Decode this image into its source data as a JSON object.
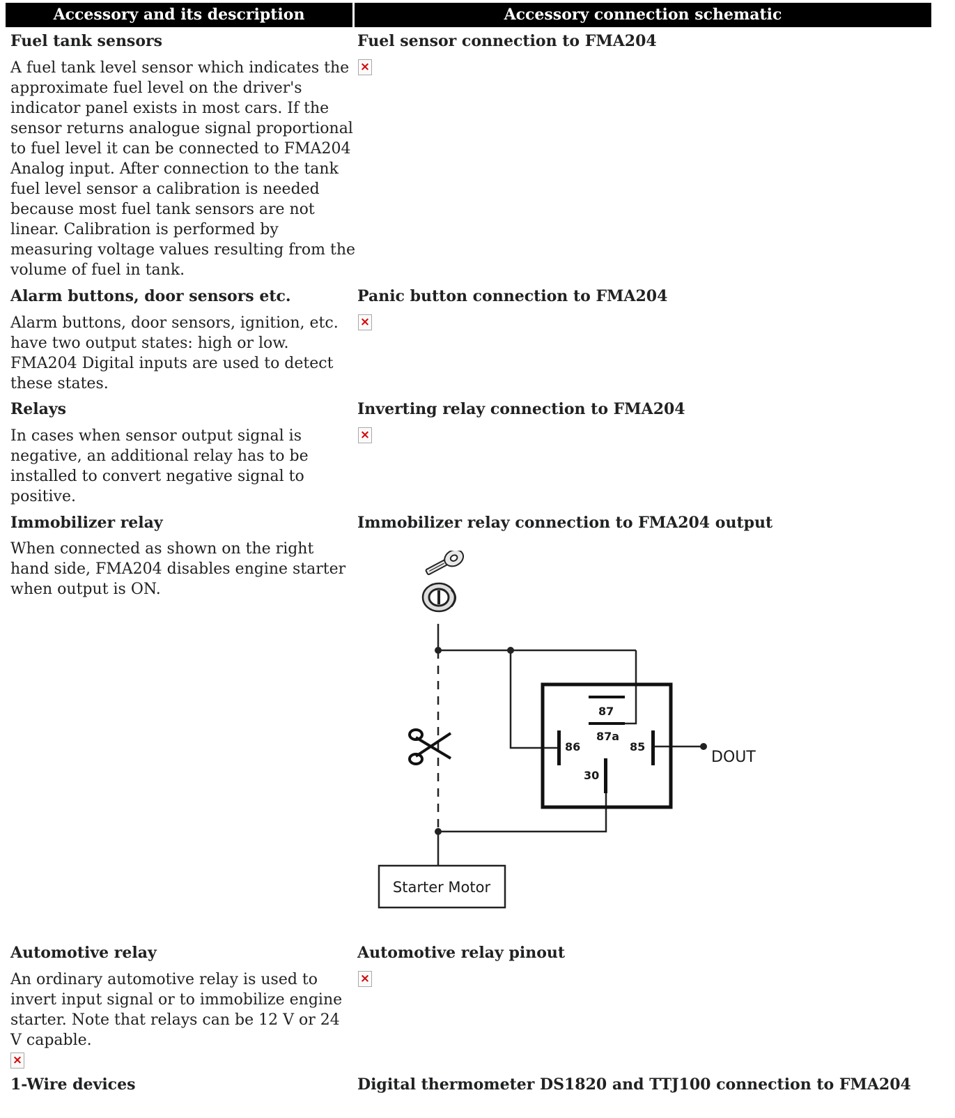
{
  "table": {
    "headers": [
      "Accessory and its description",
      "Accessory connection schematic"
    ],
    "rows": [
      {
        "title": "Fuel tank sensors",
        "description": "A fuel tank level sensor which indicates the approximate fuel level on the driver's indicator panel exists in most cars. If the sensor returns analogue signal proportional to fuel level it can be connected to FMA204 Analog input. After connection to the tank fuel level sensor a calibration is needed because most fuel tank sensors are not linear. Calibration is performed by measuring voltage values resulting from the volume of fuel in tank.",
        "schematic_title": "Fuel sensor connection to FMA204"
      },
      {
        "title": "Alarm buttons, door sensors etc.",
        "description": "Alarm buttons, door sensors, ignition, etc. have two output states: high or low. FMA204 Digital inputs are used to detect these states.",
        "schematic_title": "Panic button connection to FMA204"
      },
      {
        "title": "Relays",
        "description": "In cases when sensor output signal is negative, an additional relay has to be installed to convert negative signal to positive.",
        "schematic_title": "Inverting relay connection to FMA204"
      },
      {
        "title": "Immobilizer relay",
        "description": "When connected as shown on the right hand side, FMA204 disables engine starter when output is ON.",
        "schematic_title": "Immobilizer relay connection to FMA204 output"
      },
      {
        "title": "Automotive relay",
        "description": "An ordinary automotive relay is used to invert input signal or to immobilize engine starter. Note that relays can be 12 V or 24 V capable.",
        "schematic_title": "Automotive relay pinout"
      },
      {
        "title": "1-Wire devices",
        "description": "",
        "schematic_title": "Digital thermometer DS1820 and TTJ100 connection to FMA204"
      }
    ]
  },
  "schematic": {
    "pin_87": "87",
    "pin_87a": "87a",
    "pin_86": "86",
    "pin_85": "85",
    "pin_30": "30",
    "dout": "DOUT",
    "starter": "Starter Motor",
    "ignition_icon": "ignition-key-icon",
    "cut_icon": "scissors-icon"
  },
  "colors": {
    "header_bg": "#000000",
    "header_text": "#ffffff",
    "broken_image_x": "#d40000"
  }
}
